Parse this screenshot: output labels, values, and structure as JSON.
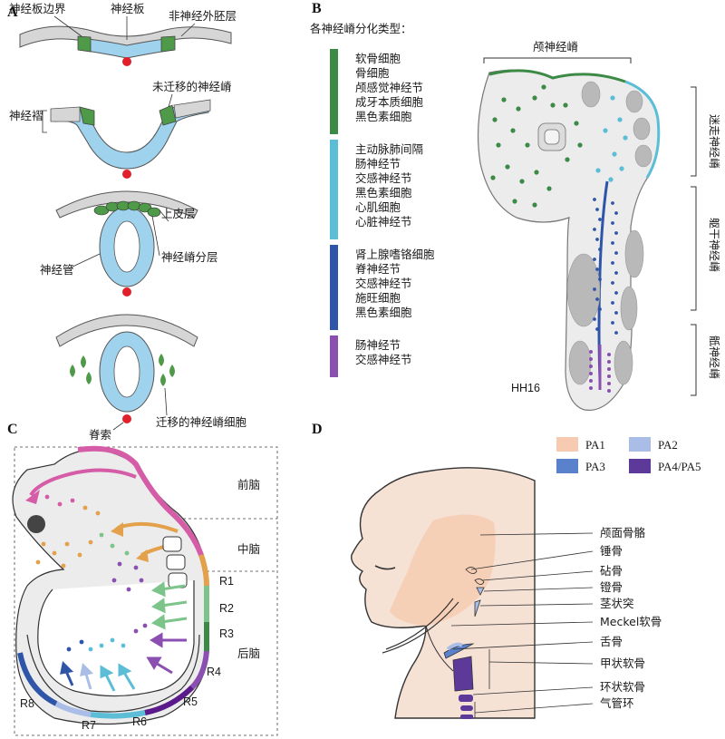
{
  "colors": {
    "neural_blue": "#9fd2ec",
    "crest_green": "#4f9a48",
    "epidermis_gray": "#d6d6d6",
    "notochord_red": "#e0202a",
    "cranial_green": "#3c8a46",
    "cardiac_cyan": "#5bbdd6",
    "trunk_blue": "#2f55a8",
    "sacral_purple": "#8a4fb0",
    "pink": "#d55ca6",
    "orange": "#e3a14c",
    "light_green": "#7cc48a",
    "pa1": "#f6cbb2",
    "pa2": "#a9bde6",
    "pa3": "#5a82cc",
    "pa45": "#5d3a9a"
  },
  "panels": {
    "a": {
      "letter": "A",
      "plate_border": "神经板边界",
      "plate": "神经板",
      "non_neural": "非神经外胚层",
      "fold": "神经褶",
      "premigratory": "未迁移的神经嵴",
      "epidermis": "上皮层",
      "tube": "神经管",
      "delamination": "神经嵴分层",
      "notochord": "脊索",
      "migratory": "迁移的神经嵴细胞"
    },
    "b": {
      "letter": "B",
      "heading": "各神经嵴分化类型：",
      "groups": [
        {
          "color": "#3c8a46",
          "items": [
            "软骨细胞",
            "骨细胞",
            "颅感觉神经节",
            "成牙本质细胞",
            "黑色素细胞"
          ]
        },
        {
          "color": "#5bbdd6",
          "items": [
            "主动脉肺间隔",
            "肠神经节",
            "交感神经节",
            "黑色素细胞",
            "心肌细胞",
            "心脏神经节"
          ]
        },
        {
          "color": "#2f55a8",
          "items": [
            "肾上腺嗜铬细胞",
            "脊神经节",
            "交感神经节",
            "施旺细胞",
            "黑色素细胞"
          ]
        },
        {
          "color": "#8a4fb0",
          "items": [
            "肠神经节",
            "交感神经节"
          ]
        }
      ],
      "cranial": "颅神经嵴",
      "vagal": "迷走神经嵴",
      "trunk": "躯干神经嵴",
      "sacral": "骶神经嵴",
      "stage": "HH16"
    },
    "c": {
      "letter": "C",
      "forebrain": "前脑",
      "midbrain": "中脑",
      "hindbrain": "后脑",
      "rhombomeres": [
        "R1",
        "R2",
        "R3",
        "R4",
        "R5",
        "R6",
        "R7",
        "R8"
      ]
    },
    "d": {
      "letter": "D",
      "legend": [
        {
          "label": "PA1",
          "color": "#f6cbb2"
        },
        {
          "label": "PA2",
          "color": "#a9bde6"
        },
        {
          "label": "PA3",
          "color": "#5a82cc"
        },
        {
          "label": "PA4/PA5",
          "color": "#5d3a9a"
        }
      ],
      "structures": [
        "颅面骨骼",
        "锤骨",
        "砧骨",
        "镫骨",
        "茎状突",
        "Meckel软骨",
        "舌骨",
        "甲状软骨",
        "环状软骨",
        "气管环"
      ]
    }
  }
}
